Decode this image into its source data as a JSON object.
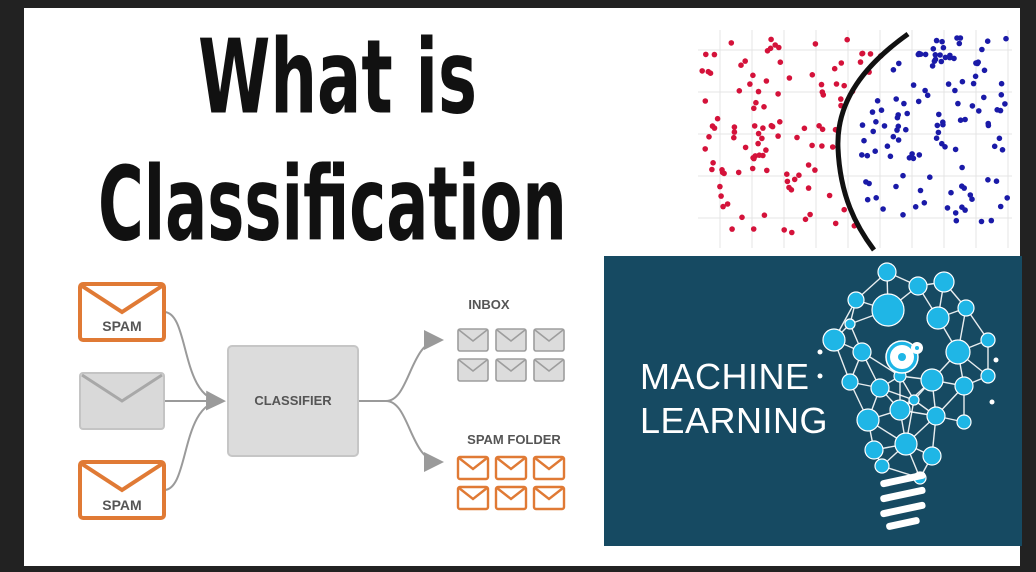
{
  "title": {
    "line1": "What is",
    "line2": "Classification"
  },
  "spam_diagram": {
    "input_labels": [
      "SPAM",
      "",
      "SPAM"
    ],
    "classifier_label": "CLASSIFIER",
    "inbox_label": "INBOX",
    "spam_folder_label": "SPAM FOLDER"
  },
  "machine_learning": {
    "line1": "MACHINE",
    "line2": "LEARNING"
  },
  "colors": {
    "red_points": "#d4123a",
    "blue_points": "#1a1aa8",
    "panel_background": "#164a62",
    "bulb_node": "#1fb6e6",
    "spam_orange": "#e07a35",
    "envelope_grey": "#d9d9d9"
  }
}
